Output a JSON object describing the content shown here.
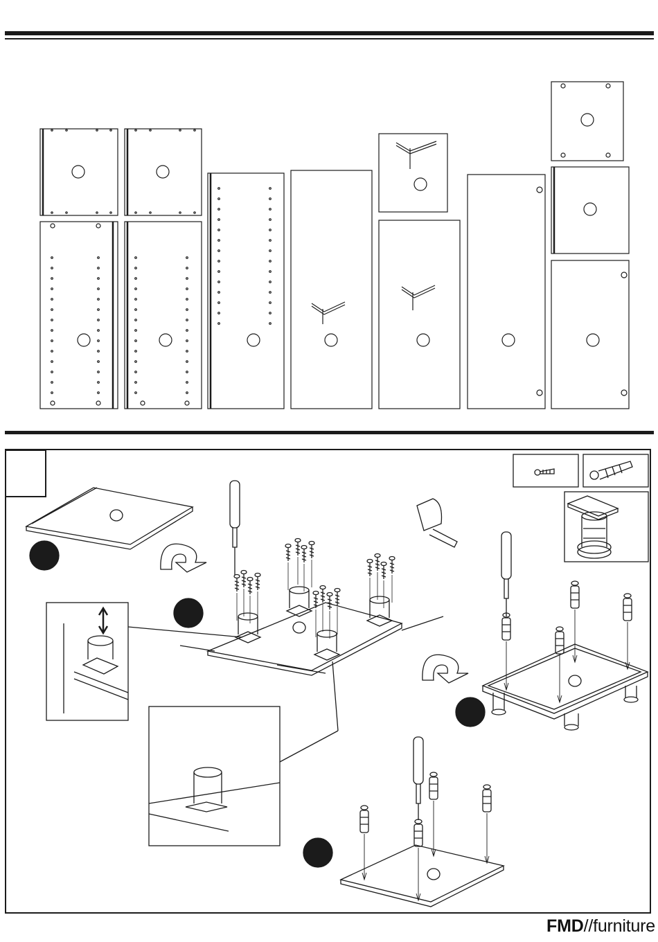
{
  "brand": {
    "bold": "FMD",
    "rest": "//furniture"
  },
  "colors": {
    "ink": "#1b1b1b",
    "paper": "#ffffff"
  },
  "parts": [
    "side-panel-upper-left",
    "side-panel-lower-left",
    "side-panel-upper-right",
    "side-panel-lower-right",
    "back-panel",
    "tall-door-panel",
    "small-shelf",
    "shelf-panel",
    "door-panel",
    "top-panel",
    "middle-panel",
    "front-panel"
  ],
  "step": {
    "number": "",
    "substeps": [
      "",
      "",
      "",
      ""
    ],
    "hardware": [
      "screw-icon",
      "dowel-icon",
      "adjustable-foot-icon"
    ],
    "tools": [
      "screwdriver-icon",
      "tape-measure-icon"
    ]
  }
}
